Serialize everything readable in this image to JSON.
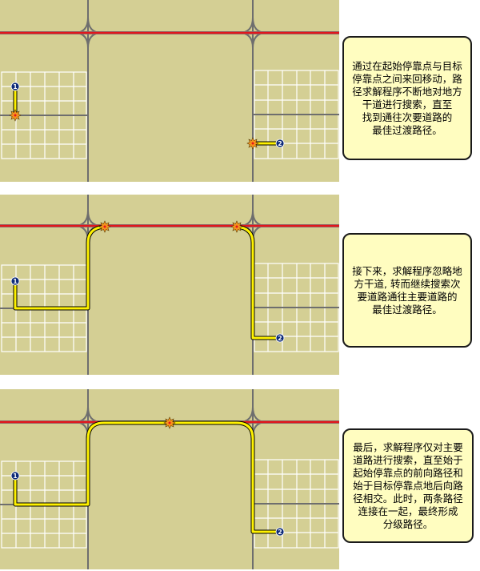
{
  "colors": {
    "map_background": "#D4CF94",
    "main_road": "#E3161C",
    "secondary_road": "#6E6E6E",
    "local_grid": "#FFFFFF",
    "route": "#FFF200",
    "route_outline": "#000000",
    "stop_marker": "#0D2A78",
    "turn_marker": "#F7941D",
    "note_fill": "#FFFDC0",
    "note_border": "#1A1A1A"
  },
  "icons": {
    "stop": "numbered-circle-stop-icon",
    "search_meeting_point": "starburst-icon",
    "interchange": "cloverleaf-interchange-icon"
  },
  "stops": [
    {
      "label": "1",
      "name": "origin-stop"
    },
    {
      "label": "2",
      "name": "destination-stop"
    }
  ],
  "panels": [
    {
      "step": 1,
      "note_lines": [
        "通过在起始停靠点与目标",
        "停靠点之间来回移动，路",
        "径求解程序不断地对地方",
        "干道进行搜索，直至",
        "找到通往次要道路的",
        "最佳过渡路径。"
      ]
    },
    {
      "step": 2,
      "note_lines": [
        "接下来，求解程序忽略地",
        "方干道, 转而继续搜索次",
        "要道路通往主要道路的",
        "最佳过渡路径。"
      ]
    },
    {
      "step": 3,
      "note_lines": [
        "最后，求解程序仅对主要",
        "道路进行搜索，直至始于",
        "起始停靠点的前向路径和",
        "始于目标停靠点地后向路",
        "径相交。此时，两条路径",
        "连接在一起，最终形成",
        "分级路径。"
      ]
    }
  ]
}
